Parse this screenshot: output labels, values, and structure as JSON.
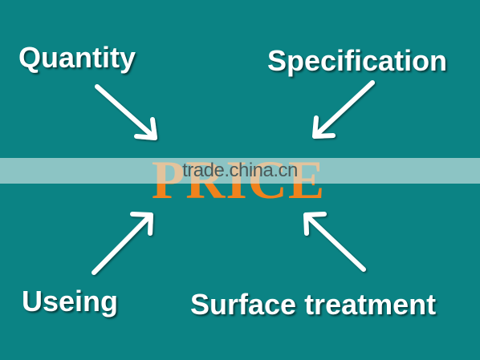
{
  "labels": {
    "top_left": "Quantity",
    "top_right": "Specification",
    "bottom_left": "Useing",
    "bottom_right": "Surface treatment"
  },
  "center_word": "PRICE",
  "watermark": "trade.china.cn",
  "colors": {
    "background": "#0b8384",
    "label_text": "#ffffff",
    "arrow": "#ffffff",
    "center_word": "#f0821c",
    "watermark_band": "#dcebeb"
  }
}
